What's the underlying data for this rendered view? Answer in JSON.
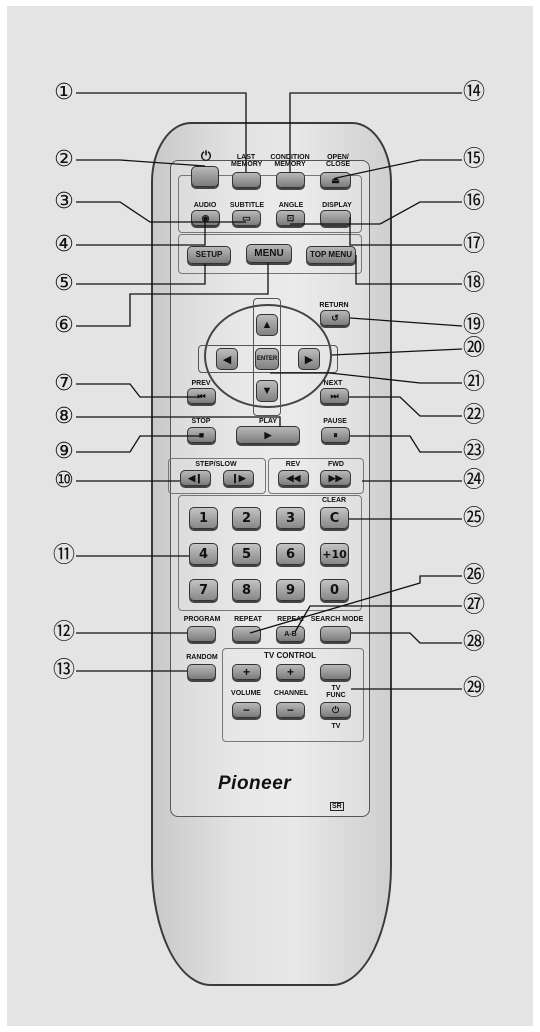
{
  "callouts": [
    "①",
    "②",
    "③",
    "④",
    "⑤",
    "⑥",
    "⑦",
    "⑧",
    "⑨",
    "⑩",
    "⑪",
    "⑫",
    "⑬",
    "⑭",
    "⑮",
    "⑯",
    "⑰",
    "⑱",
    "⑲",
    "⑳",
    "㉑",
    "㉒",
    "㉓",
    "㉔",
    "㉕",
    "㉖",
    "㉗",
    "㉘",
    "㉙"
  ],
  "labels": {
    "last_memory": "LAST MEMORY",
    "condition_memory": "CONDITION MEMORY",
    "open_close": "OPEN/ CLOSE",
    "audio": "AUDIO",
    "subtitle": "SUBTITLE",
    "angle": "ANGLE",
    "display": "DISPLAY",
    "return": "RETURN",
    "prev": "PREV",
    "next": "NEXT",
    "stop": "STOP",
    "play": "PLAY",
    "pause": "PAUSE",
    "step_slow": "STEP/SLOW",
    "rev": "REV",
    "fwd": "FWD",
    "clear": "CLEAR",
    "program": "PROGRAM",
    "repeat": "REPEAT",
    "repeat_ab": "REPEAT",
    "search_mode": "SEARCH MODE",
    "random": "RANDOM",
    "tv_control": "TV CONTROL",
    "volume": "VOLUME",
    "channel": "CHANNEL",
    "tv_func": "TV FUNC",
    "tv": "TV"
  },
  "button_text": {
    "setup": "SETUP",
    "menu": "MENU",
    "top_menu": "TOP MENU",
    "enter": "ENTER",
    "clear_key": "C",
    "ab": "A-B"
  },
  "number_keys": [
    "1",
    "2",
    "3",
    "4",
    "5",
    "6",
    "+10",
    "7",
    "8",
    "9",
    "0"
  ],
  "brand": "Pioneer",
  "sr_mark": "SR"
}
